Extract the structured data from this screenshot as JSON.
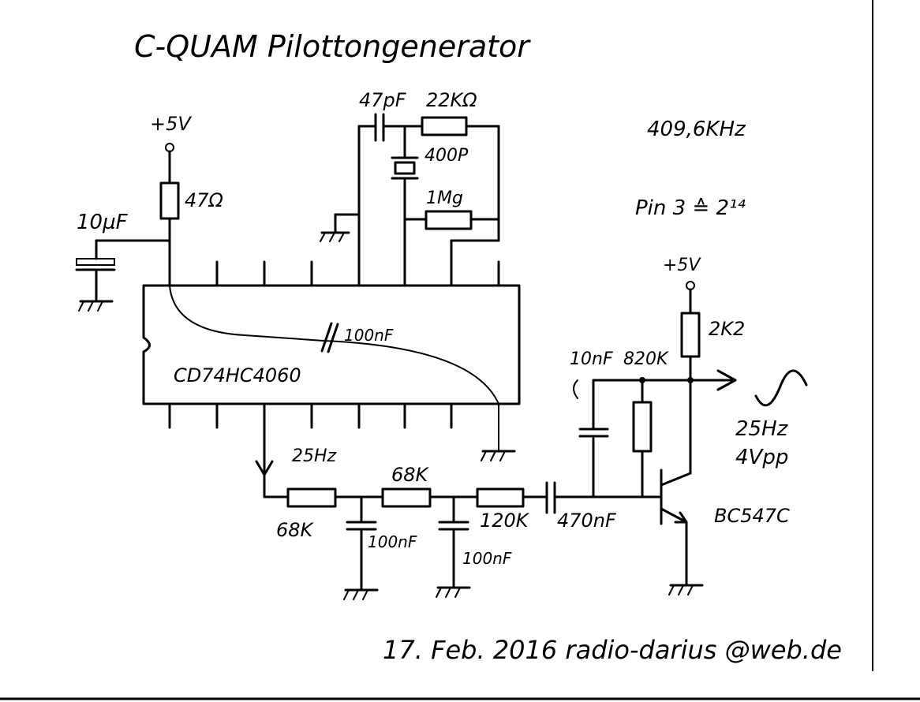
{
  "title": "C-QUAM Pilottongenerator",
  "date_signature": "17. Feb. 2016 radio-darius @web.de",
  "notes": {
    "frequency": "409,6KHz",
    "pin_ratio": "Pin 3 ≙ 2¹⁴"
  },
  "components": {
    "supply_top": "+5V",
    "r_47": "47Ω",
    "c_10u": "10µF",
    "c_47p": "47pF",
    "r_22k": "22KΩ",
    "crystal": "400P",
    "r_1m": "1Mg",
    "ic": "CD74HC4060",
    "c_100n_ic": "100nF",
    "tap_25hz": "25Hz",
    "r_68k_a": "68K",
    "r_68k_b": "68K",
    "c_100n_a": "100nF",
    "c_100n_b": "100nF",
    "r_120k": "120K",
    "c_470n": "470nF",
    "c_10n": "10nF",
    "r_820k": "820K",
    "supply_right": "+5V",
    "r_2k2": "2K2",
    "transistor": "BC547C",
    "out_freq": "25Hz",
    "out_amp": "4Vpp"
  }
}
